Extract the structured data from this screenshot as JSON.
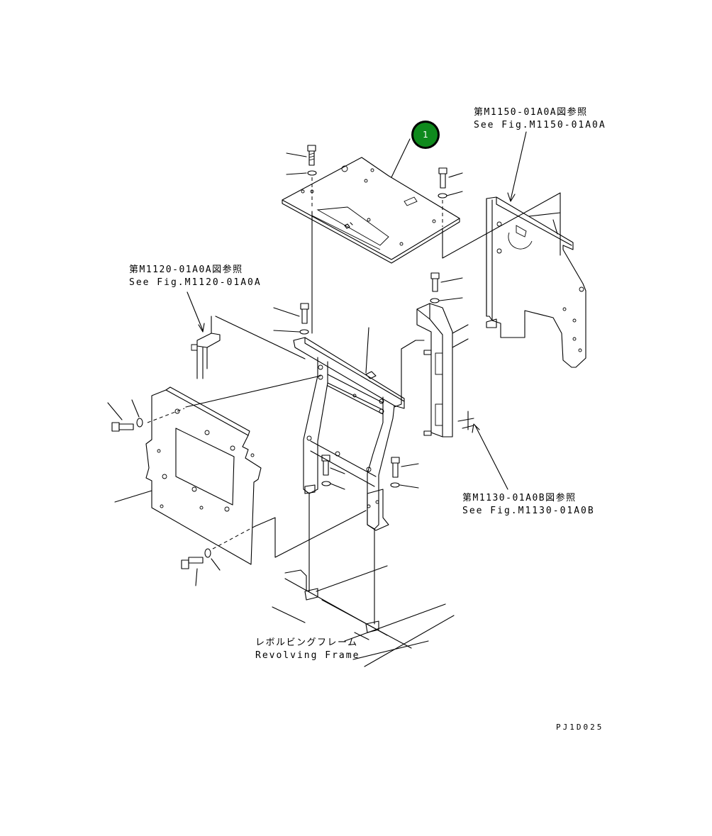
{
  "callout": {
    "number": "1",
    "color": "#0f8a1d"
  },
  "refs": {
    "m1150": {
      "jp": "第M1150-01A0A図参照",
      "en": "See Fig.M1150-01A0A"
    },
    "m1120": {
      "jp": "第M1120-01A0A図参照",
      "en": "See Fig.M1120-01A0A"
    },
    "m1130": {
      "jp": "第M1130-01A0B図参照",
      "en": "See Fig.M1130-01A0B"
    }
  },
  "frame": {
    "jp": "レボルビングフレーム",
    "en": "Revolving Frame"
  },
  "figure_code": "PJ1D025"
}
